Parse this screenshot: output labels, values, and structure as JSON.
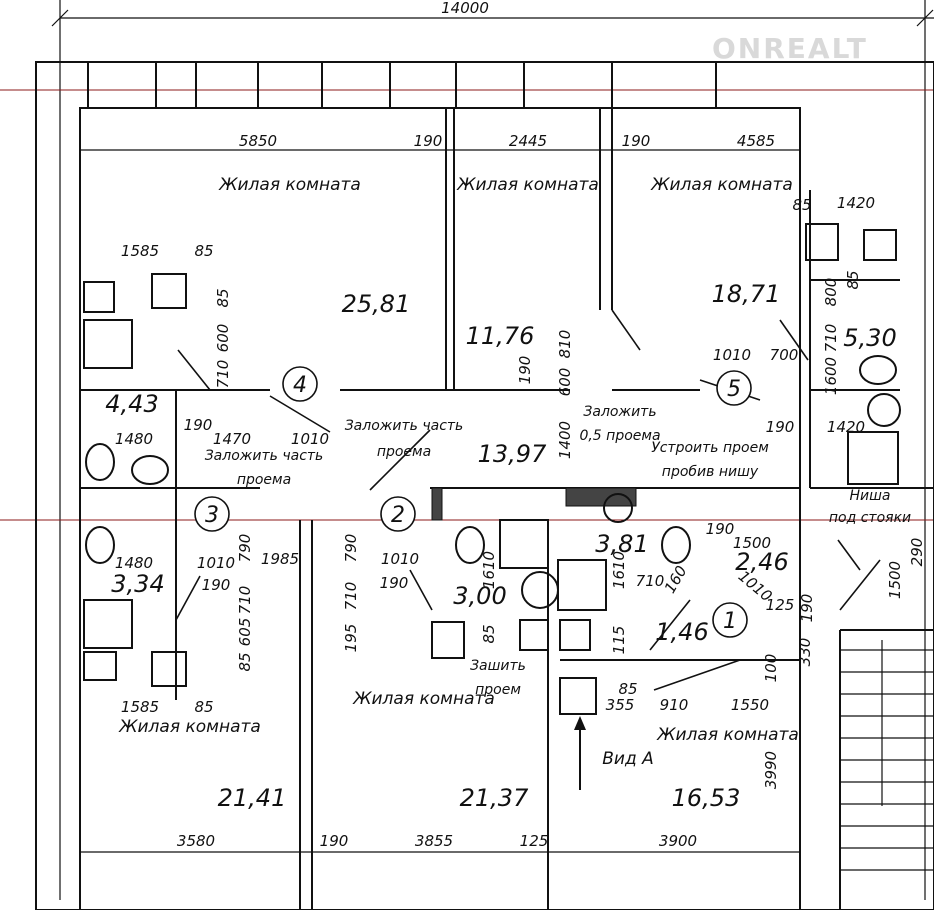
{
  "watermark": "ONREALT",
  "dimensions": {
    "overall": "14000",
    "top_5850": "5850",
    "top_190a": "190",
    "top_2445": "2445",
    "top_190b": "190",
    "top_4585": "4585",
    "left_1585": "1585",
    "left_85a": "85",
    "left_85b": "85",
    "left_600": "600",
    "left_710": "710",
    "mid_810": "810",
    "mid_190": "190",
    "mid_600": "600",
    "right_85": "85",
    "right_1420a": "1420",
    "right_800": "800",
    "right_85b": "85",
    "right_1010": "1010",
    "right_700": "700",
    "right_710": "710",
    "right_1600": "1600",
    "right_190": "190",
    "right_1420b": "1420",
    "hall_190": "190",
    "hall_1470": "1470",
    "hall_1010": "1010",
    "hall_1400": "1400",
    "bath_1480a": "1480",
    "bath_1480b": "1480",
    "mid_1010a": "1010",
    "mid_790a": "790",
    "mid_1985": "1985",
    "mid_190c": "190",
    "mid_710a": "710",
    "mid_605": "605",
    "mid_85c": "85",
    "c_790": "790",
    "c_1010": "1010",
    "c_190": "190",
    "c_710": "710",
    "c_195": "195",
    "c_1610a": "1610",
    "c_85": "85",
    "d_1610": "1610",
    "d_710": "710",
    "d_160": "160",
    "d_115": "115",
    "e_190": "190",
    "e_1500": "1500",
    "e_1010": "1010",
    "e_125": "125",
    "e_190b": "190",
    "e_1500v": "1500",
    "e_290": "290",
    "e_330": "330",
    "e_100": "100",
    "f_85": "85",
    "f_355": "355",
    "f_910": "910",
    "f_1550": "1550",
    "f_3990": "3990",
    "b_1585": "1585",
    "b_85": "85",
    "bottom_3580": "3580",
    "bottom_190": "190",
    "bottom_3855": "3855",
    "bottom_125": "125",
    "bottom_3900": "3900"
  },
  "rooms": {
    "room_a_label": "Жилая комната",
    "room_a_area": "25,81",
    "room_b_label": "Жилая комната",
    "room_b_area": "11,76",
    "room_c_label": "Жилая комната",
    "room_c_area": "18,71",
    "room_d_label": "Жилая комната",
    "room_d_area": "21,41",
    "room_e_label": "Жилая комната",
    "room_e_area": "21,37",
    "room_f_label": "Жилая комната",
    "room_f_area": "16,53",
    "bath_tl_area": "4,43",
    "hall_area": "13,97",
    "bath_tr_area": "5,30",
    "bath_bl_area": "3,34",
    "bath_mid_area": "3,00",
    "bath_c_area": "3,81",
    "small_a_area": "2,46",
    "small_b_area": "1,46"
  },
  "notes": {
    "n1a": "Заложить часть",
    "n1b": "проема",
    "n2a": "Заложить часть",
    "n2b": "проема",
    "n3a": "Заложить",
    "n3b": "0,5 проема",
    "n4a": "Устроить проем",
    "n4b": "пробив нишу",
    "n5a": "Ниша",
    "n5b": "под стояки",
    "n6a": "Зашить",
    "n6b": "проем",
    "view": "Вид А"
  },
  "markers": {
    "m1": "1",
    "m2": "2",
    "m3": "3",
    "m4": "4",
    "m5": "5"
  }
}
